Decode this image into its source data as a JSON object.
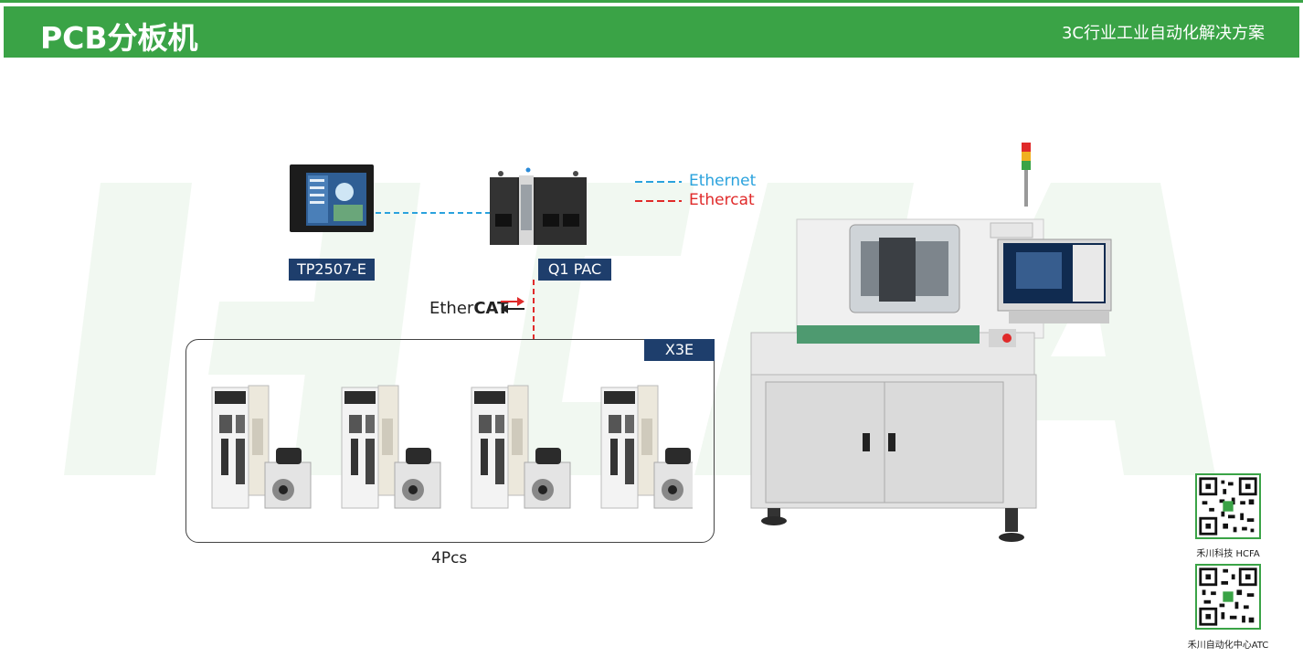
{
  "header": {
    "title": "PCB分板机",
    "subtitle": "3C行业工业自动化解决方案"
  },
  "devices": {
    "hmi_label": "TP2507-E",
    "pac_label": "Q1 PAC",
    "servo_group_label": "X3E",
    "servo_quantity": "4Pcs"
  },
  "legend": {
    "ethernet": "Ethernet",
    "ethercat": "Ethercat"
  },
  "ethercat_logo": {
    "part1": "Ether",
    "part2": "CAT"
  },
  "qr_codes": [
    {
      "caption": "禾川科技 HCFA"
    },
    {
      "caption": "禾川自动化中心ATC"
    }
  ],
  "colors": {
    "brand_green": "#3aa346",
    "label_navy": "#1e3e6c",
    "ethernet_blue": "#2aa2dd",
    "ethercat_red": "#e02a2a"
  },
  "icons": [
    "hmi-panel-icon",
    "pac-controller-icon",
    "servo-drive-icon",
    "servo-motor-icon",
    "pcb-depaneling-machine-icon",
    "qr-code-icon"
  ]
}
